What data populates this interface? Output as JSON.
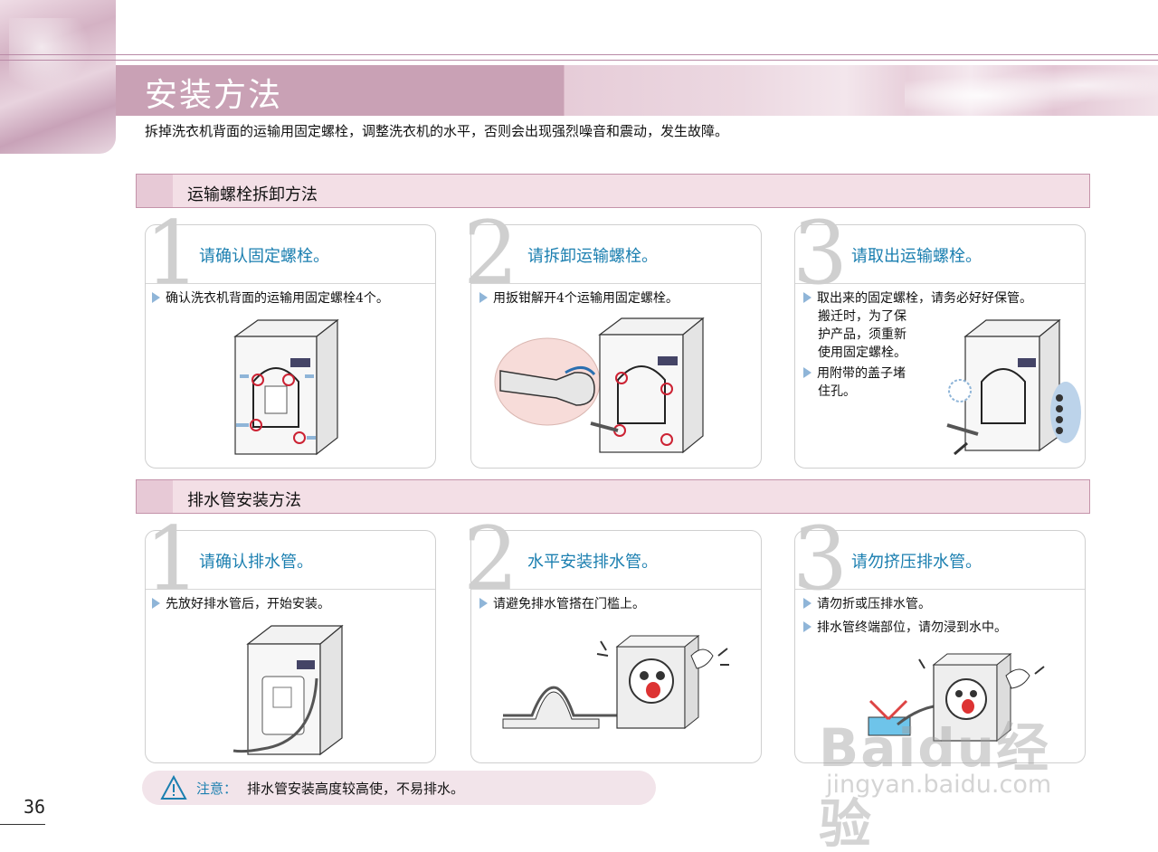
{
  "page": {
    "title": "安装方法",
    "intro": "拆掉洗衣机背面的运输用固定螺栓，调整洗衣机的水平，否则会出现强烈噪音和震动，发生故障。",
    "page_number": "36"
  },
  "sections": [
    {
      "label": "运输螺栓拆卸方法",
      "steps": [
        {
          "num": "1",
          "title": "请确认固定螺栓。",
          "bullets": [
            [
              "确认洗衣机背面的运输用固定螺栓4个。"
            ]
          ]
        },
        {
          "num": "2",
          "title": "请拆卸运输螺栓。",
          "bullets": [
            [
              "用扳钳解开4个运输用固定螺栓。"
            ]
          ]
        },
        {
          "num": "3",
          "title": "请取出运输螺栓。",
          "bullets": [
            [
              "取出来的固定螺栓，请务必好好保管。",
              "搬迁时，为了保",
              "护产品，须重新",
              "使用固定螺栓。"
            ],
            [
              "用附带的盖子堵",
              "住孔。"
            ]
          ]
        }
      ]
    },
    {
      "label": "排水管安装方法",
      "steps": [
        {
          "num": "1",
          "title": "请确认排水管。",
          "bullets": [
            [
              "先放好排水管后，开始安装。"
            ]
          ]
        },
        {
          "num": "2",
          "title": "水平安装排水管。",
          "bullets": [
            [
              "请避免排水管搭在门槛上。"
            ]
          ]
        },
        {
          "num": "3",
          "title": "请勿挤压排水管。",
          "bullets": [
            [
              "请勿折或压排水管。"
            ],
            [
              "排水管终端部位，请勿浸到水中。"
            ]
          ]
        }
      ]
    }
  ],
  "caution": {
    "label": "注意：",
    "text": "排水管安装高度较高使，不易排水。"
  },
  "watermark": {
    "big": "Baidu经验",
    "small": "jingyan.baidu.com"
  },
  "colors": {
    "accent_blue": "#1b7fb0",
    "pink_band": "#c9a1b5",
    "section_bg": "#f3dfe6"
  }
}
